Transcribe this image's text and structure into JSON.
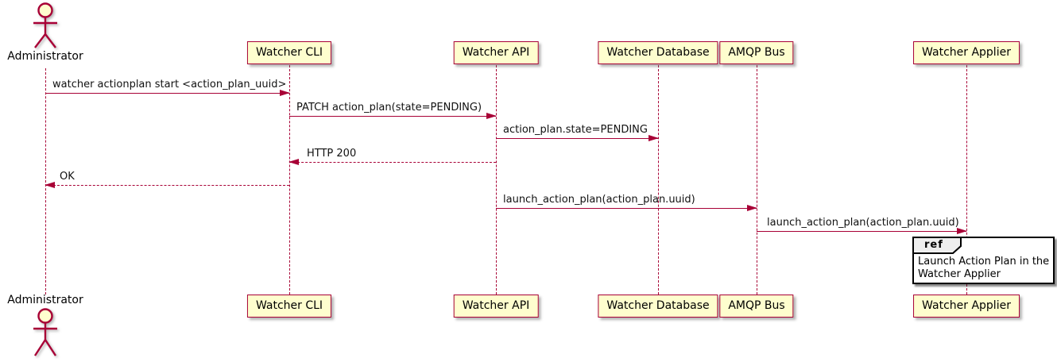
{
  "diagram": {
    "kind": "plantuml-sequence",
    "colors": {
      "participant_fill": "#FEFECE",
      "line_and_border": "#A80036",
      "text": "#000000",
      "ref_header_fill": "#EEEEEE",
      "ref_border": "#000000",
      "background": "#FFFFFF"
    }
  },
  "actor": {
    "name": "Administrator"
  },
  "participants": [
    {
      "label": "Watcher CLI"
    },
    {
      "label": "Watcher API"
    },
    {
      "label": "Watcher Database"
    },
    {
      "label": "AMQP Bus"
    },
    {
      "label": "Watcher Applier"
    }
  ],
  "messages": [
    {
      "from": "Administrator",
      "to": "Watcher CLI",
      "label": "watcher actionplan start <action_plan_uuid>",
      "style": "solid",
      "direction": "right"
    },
    {
      "from": "Watcher CLI",
      "to": "Watcher API",
      "label": "PATCH action_plan(state=PENDING)",
      "style": "solid",
      "direction": "right"
    },
    {
      "from": "Watcher API",
      "to": "Watcher Database",
      "label": "action_plan.state=PENDING",
      "style": "solid",
      "direction": "right"
    },
    {
      "from": "Watcher API",
      "to": "Watcher CLI",
      "label": "HTTP 200",
      "style": "dashed",
      "direction": "left"
    },
    {
      "from": "Watcher CLI",
      "to": "Administrator",
      "label": "OK",
      "style": "dashed",
      "direction": "left"
    },
    {
      "from": "Watcher API",
      "to": "AMQP Bus",
      "label": "launch_action_plan(action_plan.uuid)",
      "style": "solid",
      "direction": "right"
    },
    {
      "from": "AMQP Bus",
      "to": "Watcher Applier",
      "label": "launch_action_plan(action_plan.uuid)",
      "style": "solid",
      "direction": "right"
    }
  ],
  "ref": {
    "keyword": "ref",
    "lines": [
      "Launch Action Plan in the",
      "Watcher Applier"
    ]
  }
}
